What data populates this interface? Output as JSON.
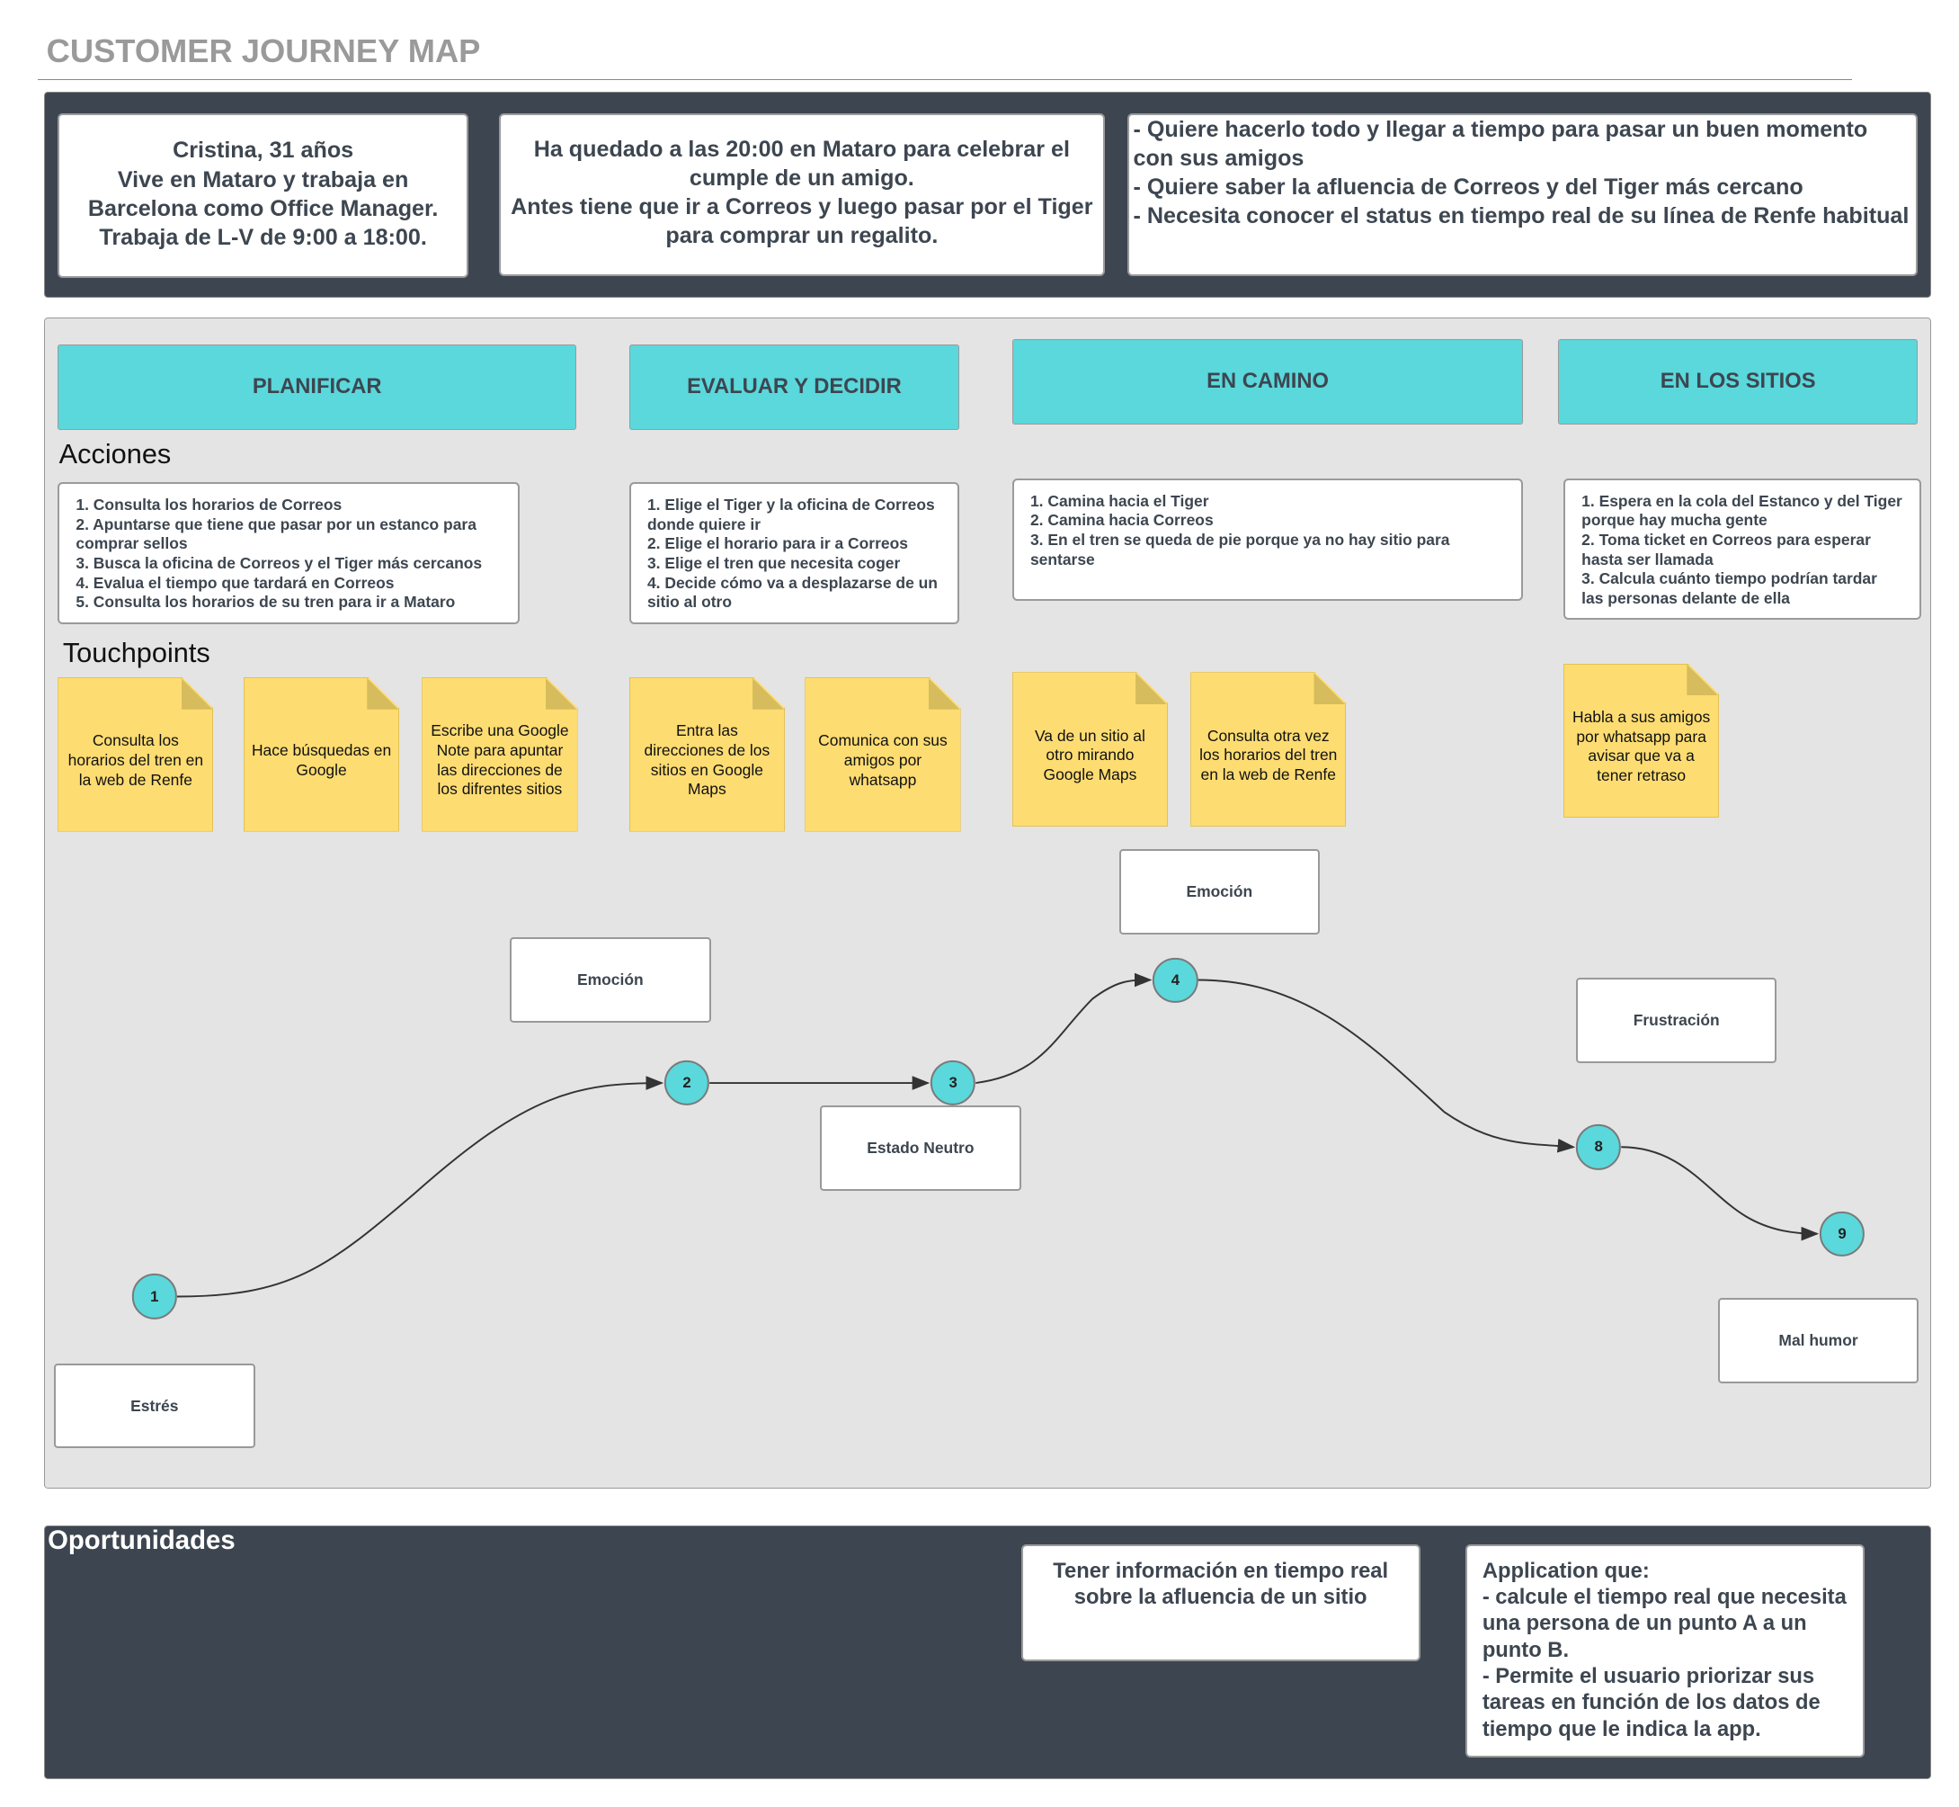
{
  "title": "CUSTOMER JOURNEY MAP",
  "persona": {
    "profile": "Cristina, 31 años\nVive en Mataro y trabaja en Barcelona como Office Manager.\nTrabaja de L-V de 9:00 a 18:00.",
    "scenario": "Ha quedado a las 20:00 en Mataro para celebrar el cumple de un amigo.\nAntes tiene que ir a Correos y luego pasar por el Tiger para comprar un regalito.",
    "goals": "- Quiere hacerlo todo y llegar a tiempo para pasar un buen momento con sus amigos\n- Quiere saber la afluencia de Correos y del Tiger más cercano\n- Necesita conocer el status en tiempo real de su línea de Renfe habitual"
  },
  "stages": [
    "PLANIFICAR",
    "EVALUAR Y DECIDIR",
    "EN CAMINO",
    "EN LOS SITIOS"
  ],
  "acciones_label": "Acciones",
  "acciones": [
    "1. Consulta los horarios de Correos\n2. Apuntarse que tiene que pasar por un estanco para comprar sellos\n3. Busca la oficina de Correos y el Tiger más cercanos\n4. Evalua el tiempo que tardará en Correos\n5. Consulta los horarios de su tren para ir a Mataro",
    "1. Elige el Tiger y la oficina de Correos donde quiere ir\n2. Elige el horario para ir a Correos\n3. Elige el tren que necesita coger\n4. Decide cómo va a desplazarse de un sitio al otro",
    "1. Camina hacia el Tiger\n2. Camina hacia Correos\n3. En el tren se queda de pie porque ya no hay sitio para sentarse",
    "1. Espera en la cola del Estanco y del Tiger porque hay mucha gente\n2. Toma ticket en Correos para esperar hasta ser llamada\n3. Calcula cuánto tiempo podrían tardar las personas delante de ella"
  ],
  "touchpoints_label": "Touchpoints",
  "touchpoints": [
    "Consulta los horarios del tren en la web de Renfe",
    "Hace búsquedas en Google",
    "Escribe una Google Note para apuntar las direcciones de los difrentes sitios",
    "Entra las direcciones de los sitios en Google Maps",
    "Comunica con sus amigos por whatsapp",
    "Va de un sitio al otro mirando Google Maps",
    "Consulta otra vez los horarios del tren en la web de Renfe",
    "Habla a sus amigos por whatsapp para avisar que va a tener retraso"
  ],
  "emotions": [
    "Estrés",
    "Emoción",
    "Estado Neutro",
    "Emoción",
    "Frustración",
    "Mal humor"
  ],
  "nodes": [
    "1",
    "2",
    "3",
    "4",
    "8",
    "9"
  ],
  "oportunidades": {
    "label": "Oportunidades",
    "items": [
      "Tener información en tiempo real sobre la afluencia de un sitio",
      "Application que:\n- calcule el tiempo real que necesita una persona de un punto A a un punto B.\n- Permite el usuario priorizar sus tareas en función de los datos de tiempo que le indica la app."
    ]
  },
  "colors": {
    "dark": "#3d4650",
    "stage": "#5ad8dc",
    "note": "#fddc72"
  }
}
